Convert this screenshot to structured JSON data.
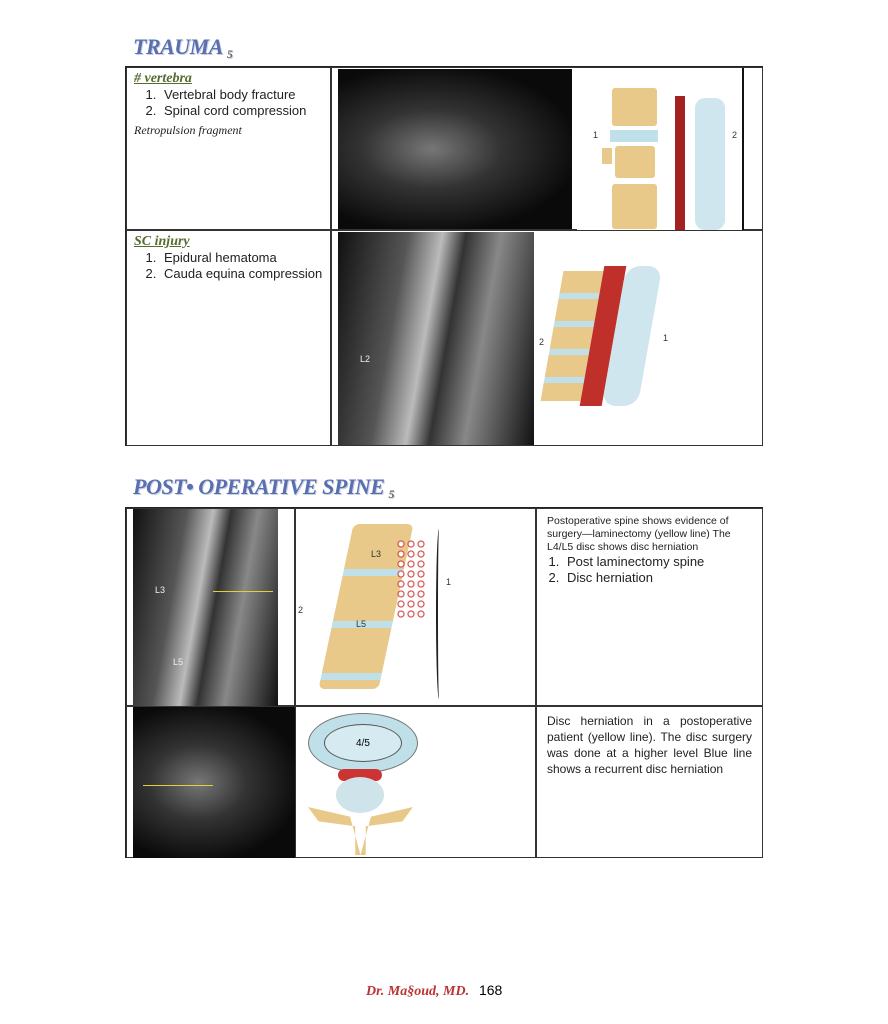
{
  "trauma": {
    "title": "TRAUMA",
    "title_sub": "5",
    "rows": [
      {
        "heading": "# vertebra",
        "items": [
          "Vertebral body fracture",
          "Spinal cord compression"
        ],
        "note": "Retropulsion fragment",
        "diagram_labels": [
          "1",
          "2"
        ]
      },
      {
        "heading": "SC injury",
        "items": [
          "Epidural hematoma",
          "Cauda equina compression"
        ],
        "mri_label": "L2",
        "diagram_labels": [
          "2",
          "1"
        ]
      }
    ]
  },
  "postop": {
    "title": "POST• OPERATIVE SPINE",
    "title_sub": "5",
    "rows": [
      {
        "mri_labels": [
          "L3",
          "L5"
        ],
        "diagram_labels": [
          "L3",
          "L5",
          "1",
          "2"
        ],
        "description": "Postoperative spine shows evidence of surgery—laminectomy (yellow line) The L4/L5 disc shows disc herniation",
        "items": [
          "Post laminectomy spine",
          "Disc herniation"
        ]
      },
      {
        "diagram_label": "4/5",
        "description": "Disc herniation in a postoperative patient (yellow line). The disc surgery was done at a higher level Blue line shows a recurrent disc herniation"
      }
    ]
  },
  "footer": {
    "author": "Dr. Ma§oud, MD.",
    "page": "168"
  }
}
